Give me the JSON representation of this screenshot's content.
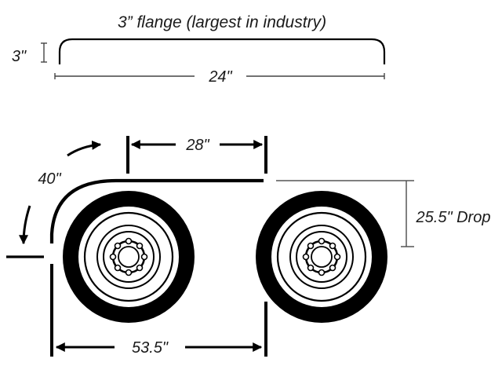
{
  "flange_profile": {
    "title": "3” flange (largest in industry)",
    "height_label": "3\"",
    "width_label": "24\""
  },
  "fender_diagram": {
    "length_label": "28\"",
    "arc_label": "40\"",
    "drop_label": "25.5\" Drop",
    "wheel_span_label": "53.5\""
  },
  "colors": {
    "ink": "#000000",
    "dimension_line": "#333333",
    "tire": "#000000",
    "rim": "#ffffff"
  }
}
